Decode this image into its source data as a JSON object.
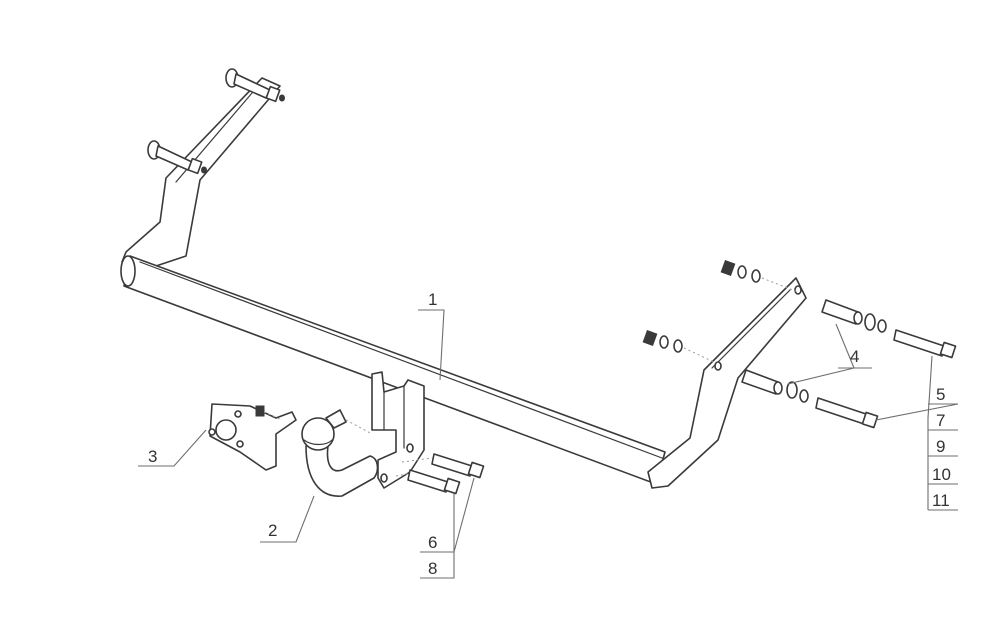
{
  "callouts": {
    "c1": "1",
    "c2": "2",
    "c3": "3",
    "c4": "4",
    "c5": "5",
    "c6": "6",
    "c7": "7",
    "c8": "8",
    "c9": "9",
    "c10": "10",
    "c11": "11"
  },
  "colors": {
    "line": "#3a3a3a",
    "leader": "#6e6e6e",
    "background": "#ffffff"
  }
}
